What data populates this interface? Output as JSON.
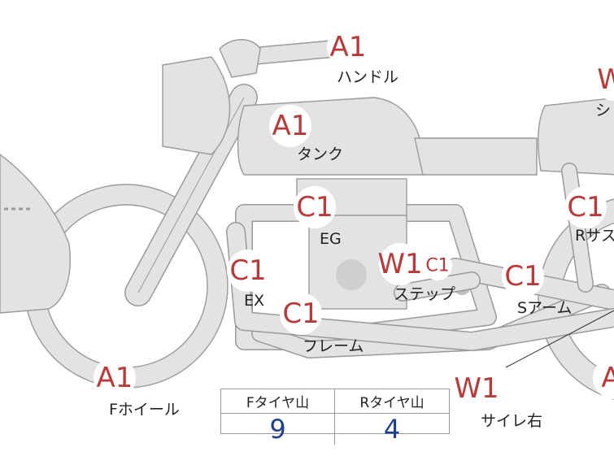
{
  "markers": [
    {
      "id": "handle",
      "code": "A1",
      "label": "ハンドル"
    },
    {
      "id": "seat",
      "code": "W",
      "label": "シ"
    },
    {
      "id": "tank",
      "code": "A1",
      "label": "タンク"
    },
    {
      "id": "eg",
      "code": "C1",
      "label": "EG"
    },
    {
      "id": "rsus",
      "code": "C1",
      "label": "Rサス"
    },
    {
      "id": "ex",
      "code": "C1",
      "label": "EX"
    },
    {
      "id": "step-w",
      "code": "W1",
      "label": "ステップ"
    },
    {
      "id": "step-c",
      "code": "C1",
      "label": ""
    },
    {
      "id": "sarm",
      "code": "C1",
      "label": "Sアーム"
    },
    {
      "id": "frame",
      "code": "C1",
      "label": "フレーム"
    },
    {
      "id": "fwheel",
      "code": "A1",
      "label": "Fホイール"
    },
    {
      "id": "sairen",
      "code": "W1",
      "label": "サイレ右"
    },
    {
      "id": "rwheel",
      "code": "A",
      "label": ""
    }
  ],
  "tire_table": {
    "front_header": "Fタイヤ山",
    "rear_header": "Rタイヤ山",
    "front_value": "9",
    "rear_value": "4"
  },
  "colors": {
    "marker_code": "#b83a3a",
    "table_value": "#1f3f8f",
    "part_fill": "#e3e3e3",
    "part_stroke": "#9a9a9a"
  }
}
